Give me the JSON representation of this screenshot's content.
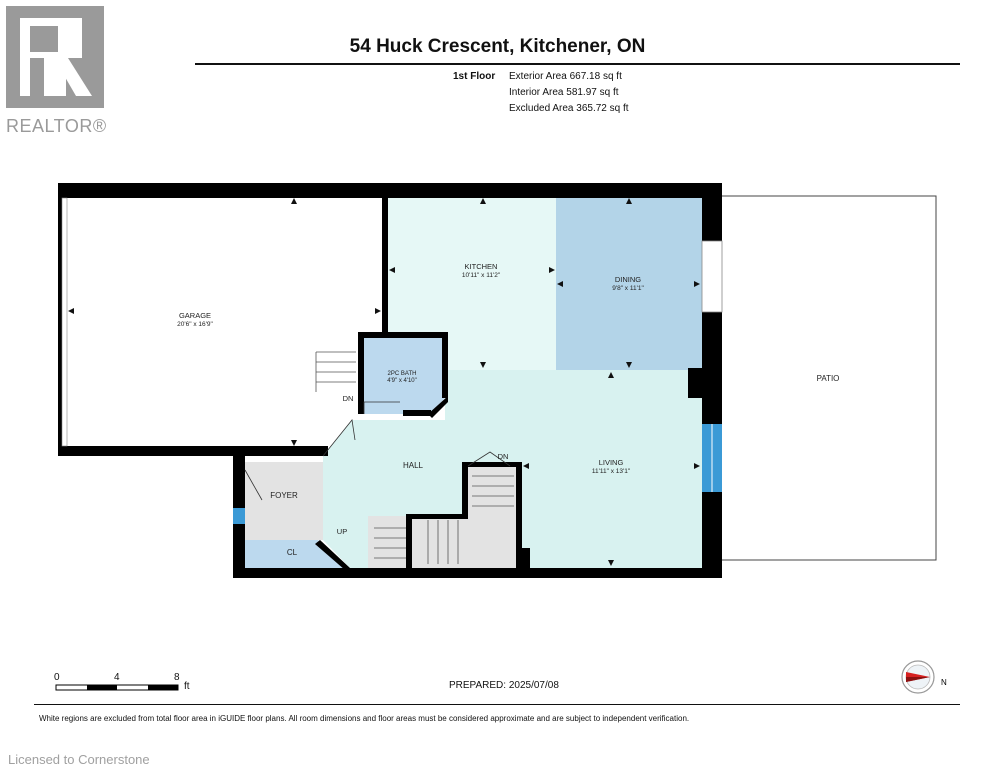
{
  "header": {
    "title": "54 Huck Crescent, Kitchener, ON",
    "floor_label": "1st Floor",
    "exterior_area": "Exterior Area 667.18 sq ft",
    "interior_area": "Interior Area 581.97 sq ft",
    "excluded_area": "Excluded Area 365.72 sq ft"
  },
  "logo": {
    "text": "REALTOR®",
    "icon": "realtor-r-logo"
  },
  "rooms": {
    "garage": {
      "name": "GARAGE",
      "dims": "20'6\" x 16'9\""
    },
    "kitchen": {
      "name": "KITCHEN",
      "dims": "10'11\" x 11'2\""
    },
    "dining": {
      "name": "DINING",
      "dims": "9'8\" x 11'1\""
    },
    "bath": {
      "name": "2PC BATH",
      "dims": "4'9\" x 4'10\""
    },
    "living": {
      "name": "LIVING",
      "dims": "11'11\" x 13'1\""
    },
    "hall": {
      "name": "HALL"
    },
    "foyer": {
      "name": "FOYER"
    },
    "closet": {
      "name": "CL"
    },
    "patio": {
      "name": "PATIO"
    }
  },
  "stair_labels": {
    "dn_left": "DN",
    "dn_right": "DN",
    "up": "UP"
  },
  "scale": {
    "zero": "0",
    "four": "4",
    "eight": "8",
    "unit": "ft"
  },
  "prepared": "PREPARED: 2025/07/08",
  "compass": {
    "label": "N",
    "icon": "north-arrow-icon"
  },
  "disclaimer": "White regions are excluded from total floor area in iGUIDE floor plans. All room dimensions and floor areas must be considered approximate and are subject to independent verification.",
  "license": "Licensed to Cornerstone",
  "colors": {
    "kitchen": "#e6f8f6",
    "dining": "#b3d4e8",
    "living_hall": "#d8f2f0",
    "bath": "#bcd9ee",
    "closet": "#bcd9ee",
    "foyer_stairs": "#e3e3e3",
    "window_blue": "#3b9ad6",
    "wall": "#000000"
  }
}
